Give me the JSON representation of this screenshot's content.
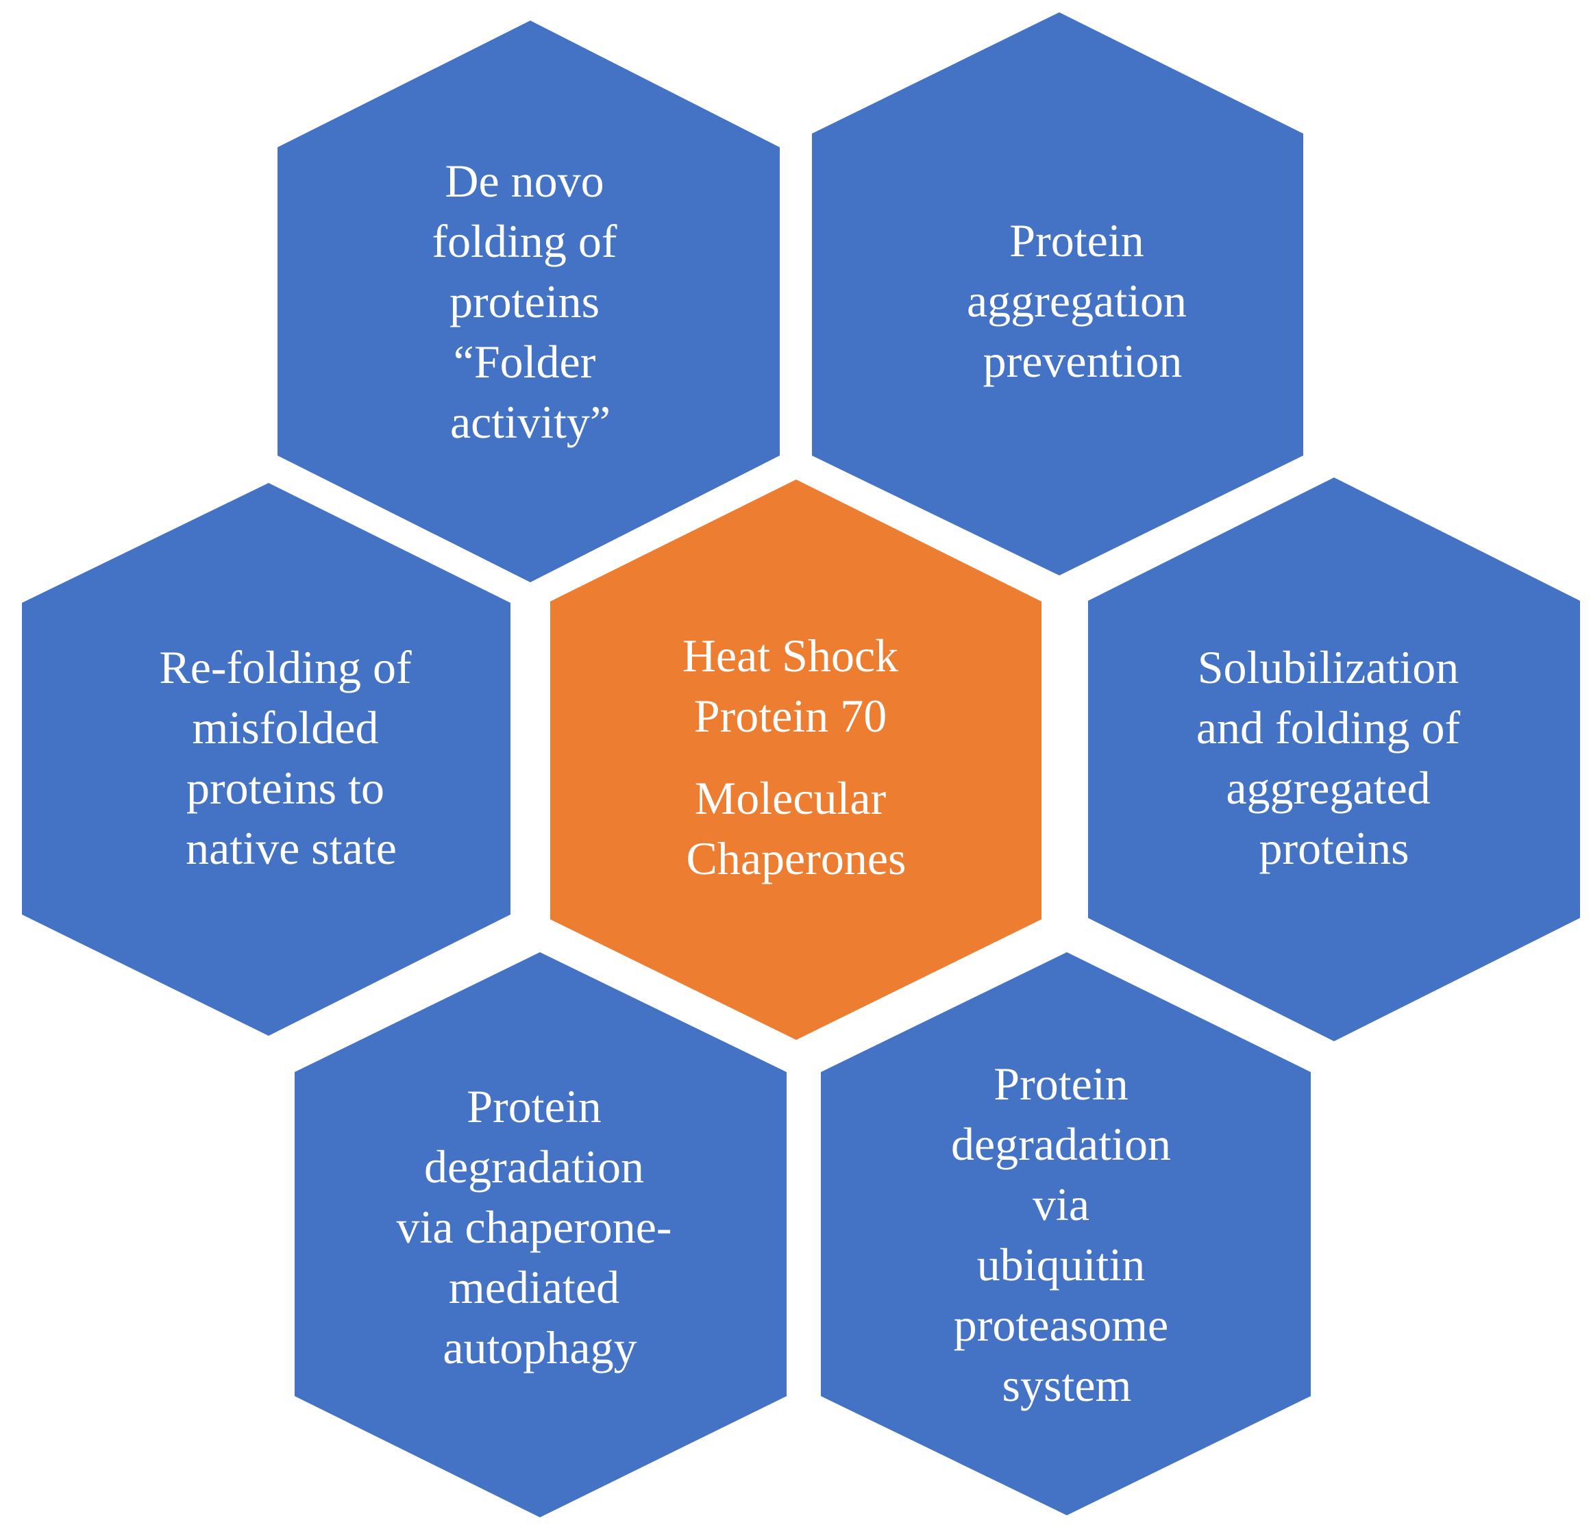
{
  "colors": {
    "satellite_fill": "#4472c4",
    "center_fill": "#ed7d31",
    "label_text": "#ffffff",
    "background": "#ffffff"
  },
  "center": {
    "lines": [
      "Heat Shock",
      "Protein 70",
      "Molecular",
      "Chaperones"
    ]
  },
  "satellites": [
    {
      "id": "top-left",
      "lines": [
        "De novo",
        "folding of",
        "proteins",
        "“Folder",
        "activity”"
      ]
    },
    {
      "id": "top-right",
      "lines": [
        "Protein",
        "aggregation",
        "prevention"
      ]
    },
    {
      "id": "left",
      "lines": [
        "Re-folding of",
        "misfolded",
        "proteins to",
        "native state"
      ]
    },
    {
      "id": "right",
      "lines": [
        "Solubilization",
        "and folding of",
        "aggregated",
        "proteins"
      ]
    },
    {
      "id": "bottom-left",
      "lines": [
        "Protein",
        "degradation",
        "via chaperone-",
        "mediated",
        "autophagy"
      ]
    },
    {
      "id": "bottom-right",
      "lines": [
        "Protein",
        "degradation",
        "via",
        "ubiquitin",
        "proteasome",
        "system"
      ]
    }
  ]
}
